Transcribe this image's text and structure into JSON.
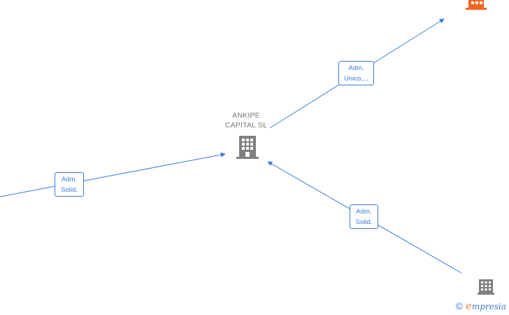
{
  "nodes": {
    "main": {
      "line1": "ANKIPE",
      "line2": "CAPITAL SL",
      "icon": "building-icon",
      "color": "#808080"
    },
    "top_right": {
      "icon": "building-icon",
      "color": "#f26522"
    },
    "bottom_right": {
      "icon": "building-icon",
      "color": "#808080"
    }
  },
  "edges": {
    "left": {
      "line1": "Adm.",
      "line2": "Solid."
    },
    "top_right": {
      "line1": "Adm.",
      "line2": "Unico,..."
    },
    "bottom_right": {
      "line1": "Adm.",
      "line2": "Solid."
    }
  },
  "colors": {
    "edge": "#3a7bd5",
    "node_gray": "#808080",
    "node_orange": "#f26522"
  },
  "brand": {
    "copyright_symbol": "©",
    "first_letter": "e",
    "rest": "mpresia"
  }
}
